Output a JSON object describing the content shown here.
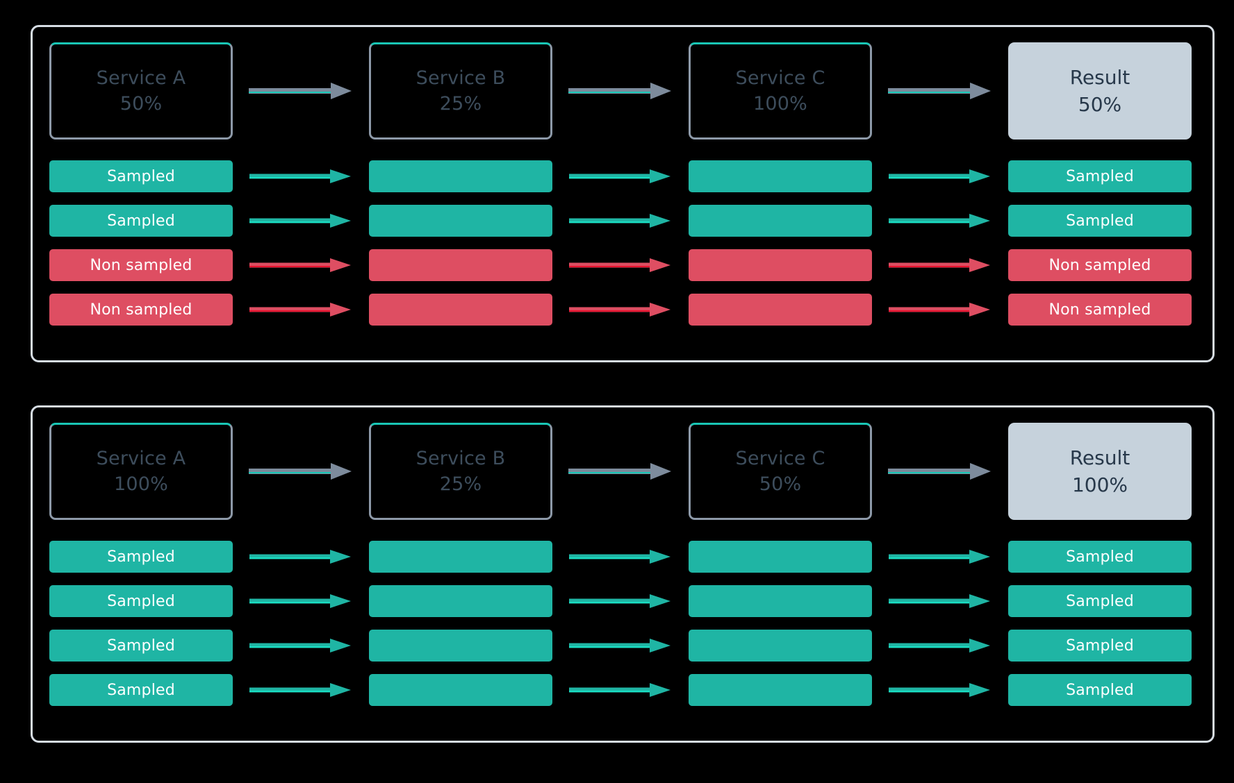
{
  "colors": {
    "background": "#000000",
    "panel_border": "#d6dde4",
    "service_border": "#8d99a8",
    "service_accent": "#19c6b5",
    "service_text": "#3d4d5c",
    "result_fill": "#c6d2dc",
    "result_text": "#27384a",
    "sampled": "#1fb5a4",
    "non_sampled": "#de4e62",
    "arrow_gray": "#7d8b9c",
    "arrow_teal": "#16bfa8",
    "bar_text": "#ffffff"
  },
  "panels": [
    {
      "id": "panel-head-based-sampling",
      "services": [
        {
          "name": "Service A",
          "percent": "50%"
        },
        {
          "name": "Service B",
          "percent": "25%"
        },
        {
          "name": "Service C",
          "percent": "100%"
        }
      ],
      "result": {
        "name": "Result",
        "percent": "50%"
      },
      "traces": [
        {
          "status": "sampled",
          "start_label": "Sampled",
          "mid_label": "",
          "end_label": "Sampled"
        },
        {
          "status": "sampled",
          "start_label": "Sampled",
          "mid_label": "",
          "end_label": "Sampled"
        },
        {
          "status": "non_sampled",
          "start_label": "Non sampled",
          "mid_label": "",
          "end_label": "Non sampled"
        },
        {
          "status": "non_sampled",
          "start_label": "Non sampled",
          "mid_label": "",
          "end_label": "Non sampled"
        }
      ]
    },
    {
      "id": "panel-tail-based-sampling",
      "services": [
        {
          "name": "Service A",
          "percent": "100%"
        },
        {
          "name": "Service B",
          "percent": "25%"
        },
        {
          "name": "Service C",
          "percent": "50%"
        }
      ],
      "result": {
        "name": "Result",
        "percent": "100%"
      },
      "traces": [
        {
          "status": "sampled",
          "start_label": "Sampled",
          "mid_label": "",
          "end_label": "Sampled"
        },
        {
          "status": "sampled",
          "start_label": "Sampled",
          "mid_label": "",
          "end_label": "Sampled"
        },
        {
          "status": "sampled",
          "start_label": "Sampled",
          "mid_label": "",
          "end_label": "Sampled"
        },
        {
          "status": "sampled",
          "start_label": "Sampled",
          "mid_label": "",
          "end_label": "Sampled"
        }
      ]
    }
  ]
}
